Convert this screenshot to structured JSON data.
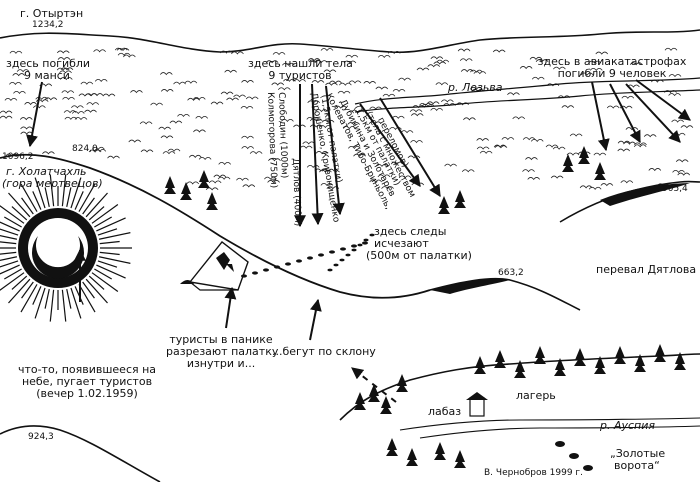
{
  "elevations": {
    "otyrten_height": "1234,2",
    "e1096": "1096,2",
    "e824": "824,0",
    "e905": "905,4",
    "e663": "663,2",
    "e924": "924,3"
  },
  "places": {
    "otyrten": "г. Отыртэн",
    "kholatchakhl_1": "г. Холатчахль",
    "kholatchakhl_2": "(гора мертвецов)",
    "dyatlov_pass": "перевал Дятлова",
    "auspiya": "р. Ауспия",
    "lozva": "р. Лозьва",
    "labaz": "лабаз",
    "camp": "лагерь",
    "golden_gate_1": "„Золотые",
    "golden_gate_2": "ворота“",
    "chernov": "В. Чернобров 1999 г."
  },
  "callouts": {
    "mansi_1": "здесь погибли",
    "mansi_2": "9 манси",
    "bodies_1": "здесь нашли тела",
    "bodies_2": "9 туристов",
    "aviation_1": "здесь в авиакатастрофах",
    "aviation_2": "погибли 9 человек",
    "traces_1": "здесь следы",
    "traces_2": "исчезают",
    "traces_3": "(500м от палатки)",
    "panic_1": "туристы в панике",
    "panic_2": "разрезают палатку",
    "panic_3": "изнутри и...",
    "run": "...бегут по склону",
    "sky_1": "что-то, появившееся на",
    "sky_2": "небе, пугает туристов",
    "sky_3": "(вечер 1.02.1959)"
  },
  "slanted": {
    "s1": "Колеватов, Тибо-Бриньоль,",
    "s2": "Дубинина и Золотарев",
    "s3": "(1,5км от палатки)",
    "s4": "(тела с множеством",
    "s5": "переломов)",
    "s6": "Дорошенко, Кривонищенко",
    "s7": "(1,5км от палатки)",
    "s8": "Слободин (1000м)",
    "s9": "Колмогорова (750м)",
    "s10": "Дятлов (400м)"
  }
}
